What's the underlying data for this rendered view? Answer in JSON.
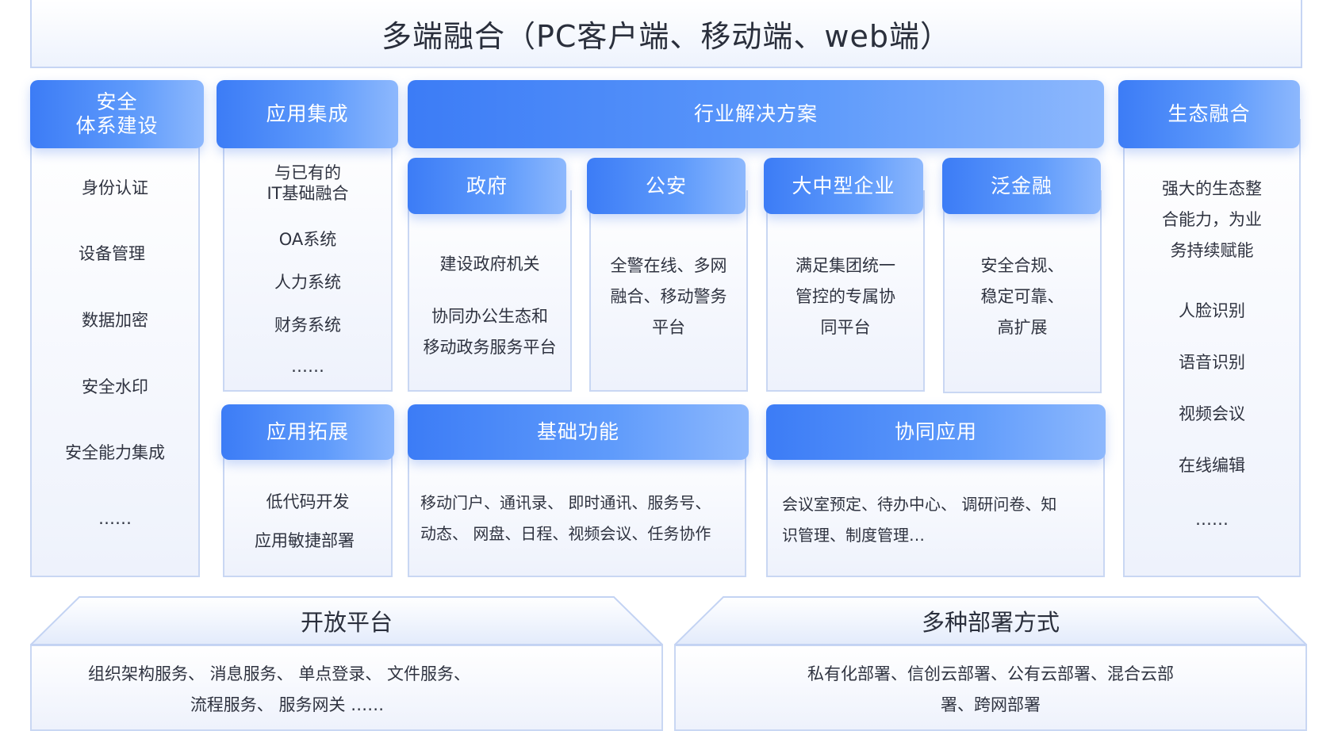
{
  "top_banner": "多端融合（PC客户端、移动端、web端）",
  "security": {
    "title": "安全\n体系建设",
    "items": [
      "身份认证",
      "设备管理",
      "数据加密",
      "安全水印",
      "安全能力集成",
      "……"
    ]
  },
  "app_integration": {
    "title": "应用集成",
    "items": [
      "与已有的\nIT基础融合",
      "OA系统",
      "人力系统",
      "财务系统",
      "……"
    ]
  },
  "industry": {
    "title": "行业解决方案",
    "cards": [
      {
        "title": "政府",
        "text": [
          "建设政府机关",
          "协同办公生态和",
          "移动政务服务平台"
        ]
      },
      {
        "title": "公安",
        "text": [
          "全警在线、多网",
          "融合、移动警务",
          "平台"
        ]
      },
      {
        "title": "大中型企业",
        "text": [
          "满足集团统一",
          "管控的专属协",
          "同平台"
        ]
      },
      {
        "title": "泛金融",
        "text": [
          "安全合规、",
          "稳定可靠、",
          "高扩展"
        ]
      }
    ]
  },
  "ecosystem": {
    "title": "生态融合",
    "intro": [
      "强大的生态整",
      "合能力，为业",
      "务持续赋能"
    ],
    "items": [
      "人脸识别",
      "语音识别",
      "视频会议",
      "在线编辑",
      "……"
    ]
  },
  "app_extension": {
    "title": "应用拓展",
    "items": [
      "低代码开发",
      "应用敏捷部署"
    ]
  },
  "basic_functions": {
    "title": "基础功能",
    "lines": [
      "移动门户、通讯录、 即时通讯、服务号、",
      "动态、 网盘、日程、视频会议、任务协作"
    ]
  },
  "collab_apps": {
    "title": "协同应用",
    "lines": [
      "会议室预定、待办中心、 调研问卷、知",
      "识管理、制度管理…"
    ]
  },
  "open_platform": {
    "title": "开放平台",
    "lines": [
      "组织架构服务、 消息服务、 单点登录、 文件服务、",
      "流程服务、 服务网关 ……"
    ]
  },
  "deployment": {
    "title": "多种部署方式",
    "lines": [
      "私有化部署、信创云部署、公有云部署、混合云部",
      "署、跨网部署"
    ]
  },
  "colors": {
    "header_blue": "#3c7cf6",
    "header_light": "#8db8fd",
    "border": "#c9d7f3",
    "text": "#2f3340"
  }
}
